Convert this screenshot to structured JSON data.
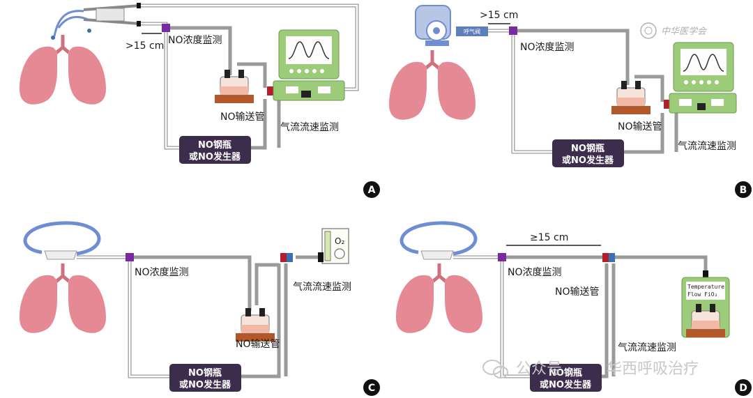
{
  "panels": {
    "a": {
      "badge": "A",
      "distance": ">15 cm",
      "conc_monitor": "NO浓度监测",
      "delivery_tube": "NO输送管",
      "flow_monitor": "气流流速监测",
      "source_line1": "NO钢瓶",
      "source_line2": "或NO发生器"
    },
    "b": {
      "badge": "B",
      "distance": ">15 cm",
      "valve_label": "呼气阀",
      "conc_monitor": "NO浓度监测",
      "delivery_tube": "NO输送管",
      "flow_monitor": "气流流速监测",
      "source_line1": "NO钢瓶",
      "source_line2": "或NO发生器"
    },
    "c": {
      "badge": "C",
      "o2_label": "O₂",
      "conc_monitor": "NO浓度监测",
      "delivery_tube": "NO输送管",
      "flow_monitor": "气流流速监测",
      "source_line1": "NO钢瓶",
      "source_line2": "或NO发生器"
    },
    "d": {
      "badge": "D",
      "distance": "≥15 cm",
      "conc_monitor": "NO浓度监测",
      "delivery_tube": "NO输送管",
      "flow_monitor": "气流流速监测",
      "source_line1": "NO钢瓶",
      "source_line2": "或NO发生器",
      "device_line1": "Temperature",
      "device_line2": "Flow FiO₂"
    }
  },
  "watermark": {
    "channel_prefix": "公众号 ·",
    "channel_name": "华西呼吸治疗",
    "seal_text": "中华医学会"
  },
  "colors": {
    "lung": "#e58a95",
    "lung_dark": "#d0707c",
    "tube": "#9a9a9a",
    "source_box": "#3d2d4c",
    "monitor_green": "#9ccc7a",
    "conc_sensor": "#7a2aa0",
    "flow_red": "#b51d2a",
    "flow_blue": "#3a6fb5",
    "cannula_blue": "#6e8dd2",
    "bottle_base": "#b3582b"
  }
}
